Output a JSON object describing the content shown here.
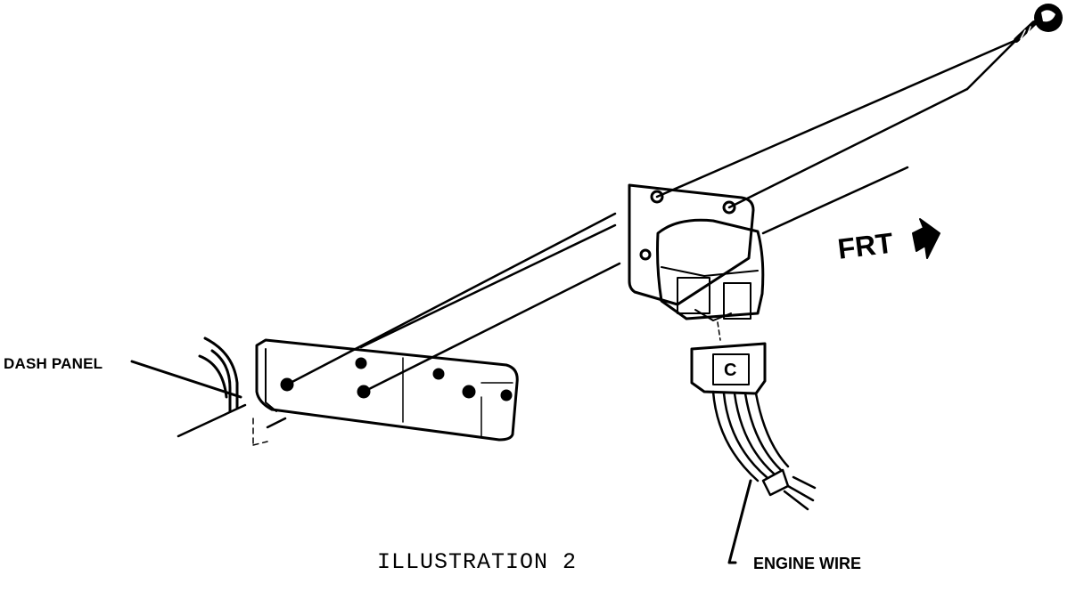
{
  "labels": {
    "dash_panel": "DASH PANEL",
    "engine_wire": "ENGINE WIRE",
    "front_arrow": "FRT",
    "caption": "ILLUSTRATION 2"
  },
  "colors": {
    "ink": "#000000",
    "paper": "#ffffff"
  },
  "icons": [
    "screw-icon",
    "front-arrow-icon"
  ]
}
